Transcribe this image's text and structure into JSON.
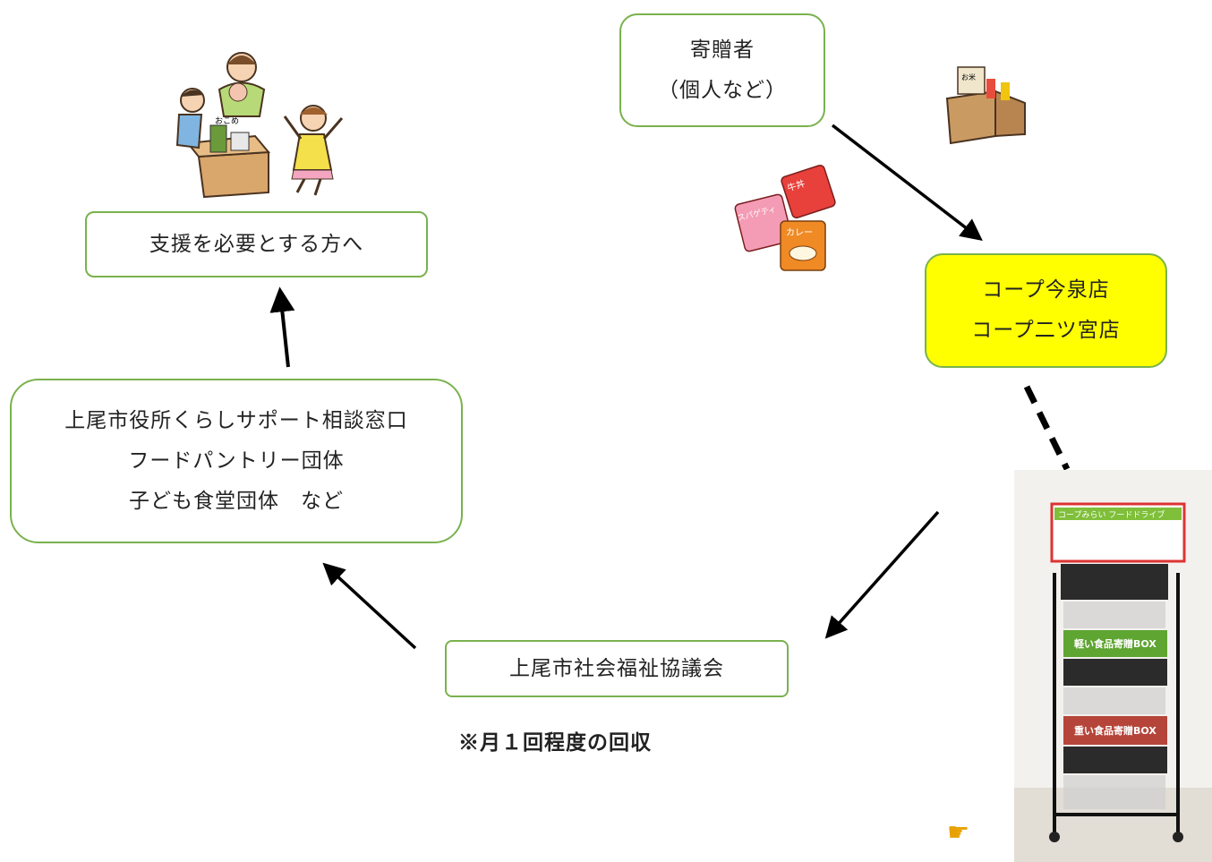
{
  "nodes": {
    "donor": [
      "寄贈者",
      "（個人など）"
    ],
    "coop": [
      "コープ今泉店",
      "コープ二ツ宮店"
    ],
    "council": [
      "上尾市社会福祉協議会"
    ],
    "partners": [
      "上尾市役所くらしサポート相談窓口",
      "フードパントリー団体",
      "子ども食堂団体　など"
    ],
    "recipients": [
      "支援を必要とする方へ"
    ]
  },
  "note": "※月１回程度の回収",
  "illustrations": {
    "food_packs": [
      "牛丼",
      "スパゲティ",
      "カレー"
    ],
    "donation_box": {
      "title": "コープみらい フードドライブ",
      "light_box": "軽い食品寄贈BOX",
      "heavy_box": "重い食品寄贈BOX"
    },
    "family_box_label": "おこめ",
    "rice_box_label": "お米"
  },
  "icons": {
    "pointer": "pointing-hand-icon"
  },
  "colors": {
    "border": "#7ab24e",
    "highlight": "#ffff00"
  }
}
